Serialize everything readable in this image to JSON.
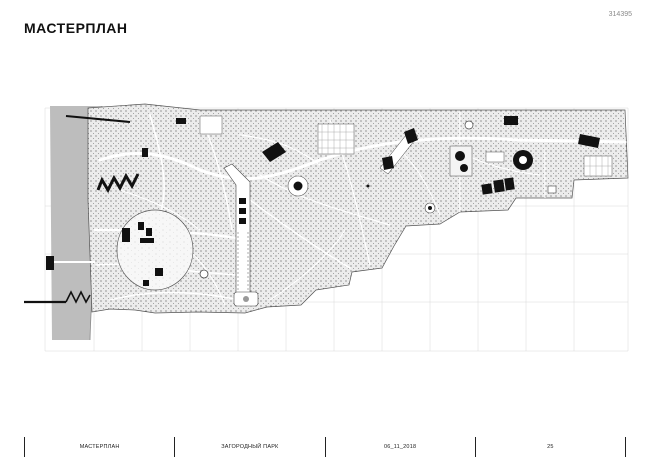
{
  "header": {
    "page_id": "314395",
    "title": "МАСТЕРПЛАН"
  },
  "footer": {
    "section": "МАСТЕРПЛАН",
    "project": "ЗАГОРОДНЫЙ ПАРК",
    "date": "06_11_2018",
    "page_number": "25"
  },
  "colors": {
    "sea": "#bdbdbd",
    "park_fill": "#ececec",
    "outline": "#555555",
    "building": "#111111",
    "paths": "#ffffff",
    "grid": "#d4d4d4"
  }
}
